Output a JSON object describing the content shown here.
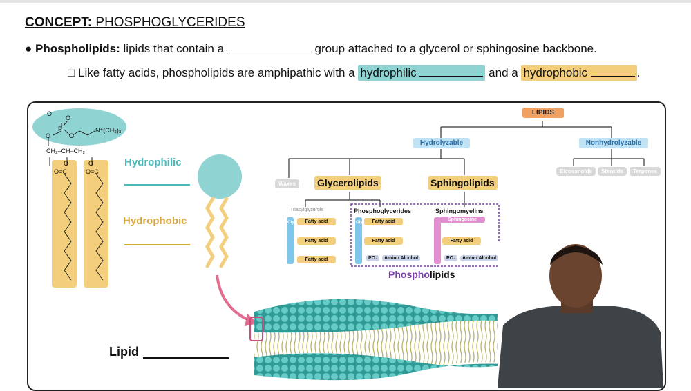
{
  "heading": {
    "concept": "CONCEPT:",
    "title": "PHOSPHOGLYCERIDES"
  },
  "line1": {
    "bullet": "●",
    "term": "Phospholipids:",
    "text_before": "lipids that contain a",
    "text_after": "group attached to a glycerol or sphingosine backbone."
  },
  "line2": {
    "checkbox": "□",
    "text_before": "Like fatty acids, phospholipids are amphipathic with a",
    "hydrophilic": "hydrophilic",
    "middle": "and a",
    "hydrophobic": "hydrophobic",
    "end": "."
  },
  "structure": {
    "o_top": "O",
    "o_minus": "O",
    "p": "P",
    "o_left": "O",
    "o_right": "O",
    "n_group": "N⁺(CH₃)₃",
    "backbone": "CH₂–CH–CH₂",
    "o1": "O",
    "o2": "O",
    "co1": "O=C",
    "co2": "O=C"
  },
  "diagram": {
    "hydrophilic": "Hydrophilic",
    "hydrophobic": "Hydrophobic",
    "lipid": "Lipid"
  },
  "tree": {
    "root": "LIPIDS",
    "hydrolyzable": "Hydrolyzable",
    "nonhydrolyzable": "Nonhydrolyzable",
    "waxes": "Waxes",
    "glycerolipids": "Glycerolipids",
    "sphingolipids": "Sphingolipids",
    "eicosanoids": "Eicosanoids",
    "steroids": "Steroids",
    "terpenes": "Terpenes",
    "triacylglycerols": "Triacylglycerols",
    "phosphoglycerides": "Phosphoglycerides",
    "sphingomyelins": "Sphingomyelins",
    "glycerol": "Glycerol",
    "fatty_acid": "Fatty acid",
    "sphingosine": "Sphingosine",
    "po4": "PO₄",
    "amino_alcohol": "Amino Alcohol",
    "phospho": "Phospho",
    "lipids": "lipids"
  },
  "colors": {
    "teal": "#8fd3d3",
    "gold": "#f3cf7d",
    "orange": "#f0a060",
    "blue": "#bfe3f5",
    "pink": "#e08fd0",
    "purple": "#7a3ea8"
  }
}
